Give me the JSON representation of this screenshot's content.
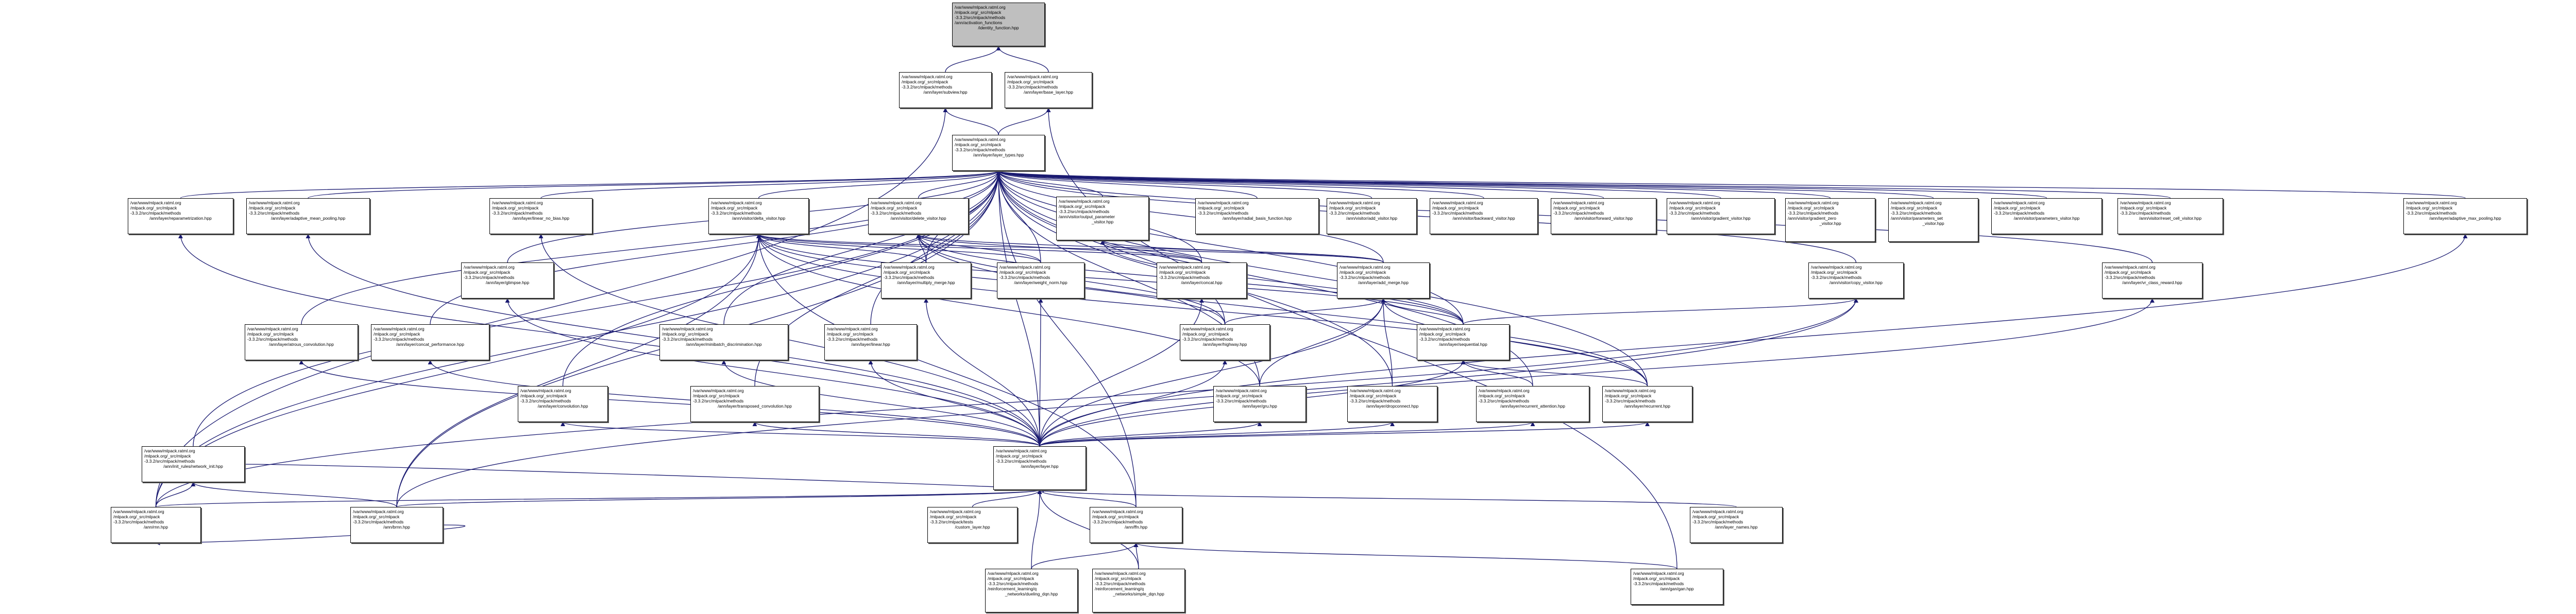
{
  "title": "Include dependency graph (included-by) for identity_function.hpp",
  "prefix_lines": [
    "/var/www/mlpack.ratml.org",
    "/mlpack.org/_src/mlpack",
    "-3.3.2/src/mlpack/methods"
  ],
  "edge_color": "#191970",
  "root_fill": "#bfbfbf",
  "nodes": [
    {
      "id": "identity_function",
      "lines": [
        "/var/www/mlpack.ratml.org",
        "/mlpack.org/_src/mlpack",
        "-3.3.2/src/mlpack/methods",
        "/ann/activation_functions",
        "/identity_function.hpp"
      ],
      "root": true
    },
    {
      "id": "subview",
      "lines": [
        "/var/www/mlpack.ratml.org",
        "/mlpack.org/_src/mlpack",
        "-3.3.2/src/mlpack/methods",
        "/ann/layer/subview.hpp"
      ]
    },
    {
      "id": "base_layer",
      "lines": [
        "/var/www/mlpack.ratml.org",
        "/mlpack.org/_src/mlpack",
        "-3.3.2/src/mlpack/methods",
        "/ann/layer/base_layer.hpp"
      ]
    },
    {
      "id": "layer_types",
      "lines": [
        "/var/www/mlpack.ratml.org",
        "/mlpack.org/_src/mlpack",
        "-3.3.2/src/mlpack/methods",
        "/ann/layer/layer_types.hpp"
      ]
    },
    {
      "id": "reparametrization",
      "lines": [
        "/var/www/mlpack.ratml.org",
        "/mlpack.org/_src/mlpack",
        "-3.3.2/src/mlpack/methods",
        "/ann/layer/reparametrization.hpp"
      ]
    },
    {
      "id": "adaptive_mean_pooling",
      "lines": [
        "/var/www/mlpack.ratml.org",
        "/mlpack.org/_src/mlpack",
        "-3.3.2/src/mlpack/methods",
        "/ann/layer/adaptive_mean_pooling.hpp"
      ]
    },
    {
      "id": "linear_no_bias",
      "lines": [
        "/var/www/mlpack.ratml.org",
        "/mlpack.org/_src/mlpack",
        "-3.3.2/src/mlpack/methods",
        "/ann/layer/linear_no_bias.hpp"
      ]
    },
    {
      "id": "delta_visitor",
      "lines": [
        "/var/www/mlpack.ratml.org",
        "/mlpack.org/_src/mlpack",
        "-3.3.2/src/mlpack/methods",
        "/ann/visitor/delta_visitor.hpp"
      ]
    },
    {
      "id": "delete_visitor",
      "lines": [
        "/var/www/mlpack.ratml.org",
        "/mlpack.org/_src/mlpack",
        "-3.3.2/src/mlpack/methods",
        "/ann/visitor/delete_visitor.hpp"
      ]
    },
    {
      "id": "output_parameter_visitor",
      "lines": [
        "/var/www/mlpack.ratml.org",
        "/mlpack.org/_src/mlpack",
        "-3.3.2/src/mlpack/methods",
        "/ann/visitor/output_parameter",
        "_visitor.hpp"
      ]
    },
    {
      "id": "radial_basis_function",
      "lines": [
        "/var/www/mlpack.ratml.org",
        "/mlpack.org/_src/mlpack",
        "-3.3.2/src/mlpack/methods",
        "/ann/layer/radial_basis_function.hpp"
      ]
    },
    {
      "id": "add_visitor",
      "lines": [
        "/var/www/mlpack.ratml.org",
        "/mlpack.org/_src/mlpack",
        "-3.3.2/src/mlpack/methods",
        "/ann/visitor/add_visitor.hpp"
      ]
    },
    {
      "id": "backward_visitor",
      "lines": [
        "/var/www/mlpack.ratml.org",
        "/mlpack.org/_src/mlpack",
        "-3.3.2/src/mlpack/methods",
        "/ann/visitor/backward_visitor.hpp"
      ]
    },
    {
      "id": "forward_visitor",
      "lines": [
        "/var/www/mlpack.ratml.org",
        "/mlpack.org/_src/mlpack",
        "-3.3.2/src/mlpack/methods",
        "/ann/visitor/forward_visitor.hpp"
      ]
    },
    {
      "id": "gradient_visitor",
      "lines": [
        "/var/www/mlpack.ratml.org",
        "/mlpack.org/_src/mlpack",
        "-3.3.2/src/mlpack/methods",
        "/ann/visitor/gradient_visitor.hpp"
      ]
    },
    {
      "id": "gradient_zero_visitor",
      "lines": [
        "/var/www/mlpack.ratml.org",
        "/mlpack.org/_src/mlpack",
        "-3.3.2/src/mlpack/methods",
        "/ann/visitor/gradient_zero",
        "_visitor.hpp"
      ]
    },
    {
      "id": "parameters_set_visitor",
      "lines": [
        "/var/www/mlpack.ratml.org",
        "/mlpack.org/_src/mlpack",
        "-3.3.2/src/mlpack/methods",
        "/ann/visitor/parameters_set",
        "_visitor.hpp"
      ]
    },
    {
      "id": "parameters_visitor",
      "lines": [
        "/var/www/mlpack.ratml.org",
        "/mlpack.org/_src/mlpack",
        "-3.3.2/src/mlpack/methods",
        "/ann/visitor/parameters_visitor.hpp"
      ]
    },
    {
      "id": "reset_cell_visitor",
      "lines": [
        "/var/www/mlpack.ratml.org",
        "/mlpack.org/_src/mlpack",
        "-3.3.2/src/mlpack/methods",
        "/ann/visitor/reset_cell_visitor.hpp"
      ]
    },
    {
      "id": "adaptive_max_pooling",
      "lines": [
        "/var/www/mlpack.ratml.org",
        "/mlpack.org/_src/mlpack",
        "-3.3.2/src/mlpack/methods",
        "/ann/layer/adaptive_max_pooling.hpp"
      ]
    },
    {
      "id": "glimpse",
      "lines": [
        "/var/www/mlpack.ratml.org",
        "/mlpack.org/_src/mlpack",
        "-3.3.2/src/mlpack/methods",
        "/ann/layer/glimpse.hpp"
      ]
    },
    {
      "id": "multiply_merge",
      "lines": [
        "/var/www/mlpack.ratml.org",
        "/mlpack.org/_src/mlpack",
        "-3.3.2/src/mlpack/methods",
        "/ann/layer/multiply_merge.hpp"
      ]
    },
    {
      "id": "weight_norm",
      "lines": [
        "/var/www/mlpack.ratml.org",
        "/mlpack.org/_src/mlpack",
        "-3.3.2/src/mlpack/methods",
        "/ann/layer/weight_norm.hpp"
      ]
    },
    {
      "id": "concat",
      "lines": [
        "/var/www/mlpack.ratml.org",
        "/mlpack.org/_src/mlpack",
        "-3.3.2/src/mlpack/methods",
        "/ann/layer/concat.hpp"
      ]
    },
    {
      "id": "add_merge",
      "lines": [
        "/var/www/mlpack.ratml.org",
        "/mlpack.org/_src/mlpack",
        "-3.3.2/src/mlpack/methods",
        "/ann/layer/add_merge.hpp"
      ]
    },
    {
      "id": "copy_visitor",
      "lines": [
        "/var/www/mlpack.ratml.org",
        "/mlpack.org/_src/mlpack",
        "-3.3.2/src/mlpack/methods",
        "/ann/visitor/copy_visitor.hpp"
      ]
    },
    {
      "id": "vr_class_reward",
      "lines": [
        "/var/www/mlpack.ratml.org",
        "/mlpack.org/_src/mlpack",
        "-3.3.2/src/mlpack/methods",
        "/ann/layer/vr_class_reward.hpp"
      ]
    },
    {
      "id": "atrous_convolution",
      "lines": [
        "/var/www/mlpack.ratml.org",
        "/mlpack.org/_src/mlpack",
        "-3.3.2/src/mlpack/methods",
        "/ann/layer/atrous_convolution.hpp"
      ]
    },
    {
      "id": "concat_performance",
      "lines": [
        "/var/www/mlpack.ratml.org",
        "/mlpack.org/_src/mlpack",
        "-3.3.2/src/mlpack/methods",
        "/ann/layer/concat_performance.hpp"
      ]
    },
    {
      "id": "minibatch_discrimination",
      "lines": [
        "/var/www/mlpack.ratml.org",
        "/mlpack.org/_src/mlpack",
        "-3.3.2/src/mlpack/methods",
        "/ann/layer/minibatch_discrimination.hpp"
      ]
    },
    {
      "id": "linear",
      "lines": [
        "/var/www/mlpack.ratml.org",
        "/mlpack.org/_src/mlpack",
        "-3.3.2/src/mlpack/methods",
        "/ann/layer/linear.hpp"
      ]
    },
    {
      "id": "highway",
      "lines": [
        "/var/www/mlpack.ratml.org",
        "/mlpack.org/_src/mlpack",
        "-3.3.2/src/mlpack/methods",
        "/ann/layer/highway.hpp"
      ]
    },
    {
      "id": "sequential",
      "lines": [
        "/var/www/mlpack.ratml.org",
        "/mlpack.org/_src/mlpack",
        "-3.3.2/src/mlpack/methods",
        "/ann/layer/sequential.hpp"
      ]
    },
    {
      "id": "convolution",
      "lines": [
        "/var/www/mlpack.ratml.org",
        "/mlpack.org/_src/mlpack",
        "-3.3.2/src/mlpack/methods",
        "/ann/layer/convolution.hpp"
      ]
    },
    {
      "id": "transposed_convolution",
      "lines": [
        "/var/www/mlpack.ratml.org",
        "/mlpack.org/_src/mlpack",
        "-3.3.2/src/mlpack/methods",
        "/ann/layer/transposed_convolution.hpp"
      ]
    },
    {
      "id": "gru",
      "lines": [
        "/var/www/mlpack.ratml.org",
        "/mlpack.org/_src/mlpack",
        "-3.3.2/src/mlpack/methods",
        "/ann/layer/gru.hpp"
      ]
    },
    {
      "id": "dropconnect",
      "lines": [
        "/var/www/mlpack.ratml.org",
        "/mlpack.org/_src/mlpack",
        "-3.3.2/src/mlpack/methods",
        "/ann/layer/dropconnect.hpp"
      ]
    },
    {
      "id": "recurrent_attention",
      "lines": [
        "/var/www/mlpack.ratml.org",
        "/mlpack.org/_src/mlpack",
        "-3.3.2/src/mlpack/methods",
        "/ann/layer/recurrent_attention.hpp"
      ]
    },
    {
      "id": "recurrent",
      "lines": [
        "/var/www/mlpack.ratml.org",
        "/mlpack.org/_src/mlpack",
        "-3.3.2/src/mlpack/methods",
        "/ann/layer/recurrent.hpp"
      ]
    },
    {
      "id": "network_init",
      "lines": [
        "/var/www/mlpack.ratml.org",
        "/mlpack.org/_src/mlpack",
        "-3.3.2/src/mlpack/methods",
        "/ann/init_rules/network_init.hpp"
      ]
    },
    {
      "id": "layer",
      "lines": [
        "/var/www/mlpack.ratml.org",
        "/mlpack.org/_src/mlpack",
        "-3.3.2/src/mlpack/methods",
        "/ann/layer/layer.hpp"
      ]
    },
    {
      "id": "rnn",
      "lines": [
        "/var/www/mlpack.ratml.org",
        "/mlpack.org/_src/mlpack",
        "-3.3.2/src/mlpack/methods",
        "/ann/rnn.hpp"
      ]
    },
    {
      "id": "brnn",
      "lines": [
        "/var/www/mlpack.ratml.org",
        "/mlpack.org/_src/mlpack",
        "-3.3.2/src/mlpack/methods",
        "/ann/brnn.hpp"
      ]
    },
    {
      "id": "custom_layer",
      "lines": [
        "/var/www/mlpack.ratml.org",
        "/mlpack.org/_src/mlpack",
        "-3.3.2/src/mlpack/tests",
        "/custom_layer.hpp"
      ]
    },
    {
      "id": "ffn",
      "lines": [
        "/var/www/mlpack.ratml.org",
        "/mlpack.org/_src/mlpack",
        "-3.3.2/src/mlpack/methods",
        "/ann/ffn.hpp"
      ]
    },
    {
      "id": "layer_names",
      "lines": [
        "/var/www/mlpack.ratml.org",
        "/mlpack.org/_src/mlpack",
        "-3.3.2/src/mlpack/methods",
        "/ann/layer_names.hpp"
      ]
    },
    {
      "id": "dueling_dqn",
      "lines": [
        "/var/www/mlpack.ratml.org",
        "/mlpack.org/_src/mlpack",
        "-3.3.2/src/mlpack/methods",
        "/reinforcement_learning/q",
        "_networks/dueling_dqn.hpp"
      ]
    },
    {
      "id": "simple_dqn",
      "lines": [
        "/var/www/mlpack.ratml.org",
        "/mlpack.org/_src/mlpack",
        "-3.3.2/src/mlpack/methods",
        "/reinforcement_learning/q",
        "_networks/simple_dqn.hpp"
      ]
    },
    {
      "id": "gan",
      "lines": [
        "/var/www/mlpack.ratml.org",
        "/mlpack.org/_src/mlpack",
        "-3.3.2/src/mlpack/methods",
        "/ann/gan/gan.hpp"
      ]
    }
  ],
  "edges": [
    [
      "subview",
      "identity_function"
    ],
    [
      "base_layer",
      "identity_function"
    ],
    [
      "layer_types",
      "subview"
    ],
    [
      "layer_types",
      "base_layer"
    ],
    [
      "rnn",
      "subview"
    ],
    [
      "gan",
      "base_layer"
    ],
    [
      "reparametrization",
      "layer_types"
    ],
    [
      "adaptive_mean_pooling",
      "layer_types"
    ],
    [
      "linear_no_bias",
      "layer_types"
    ],
    [
      "delta_visitor",
      "layer_types"
    ],
    [
      "delete_visitor",
      "layer_types"
    ],
    [
      "output_parameter_visitor",
      "layer_types"
    ],
    [
      "radial_basis_function",
      "layer_types"
    ],
    [
      "add_visitor",
      "layer_types"
    ],
    [
      "backward_visitor",
      "layer_types"
    ],
    [
      "forward_visitor",
      "layer_types"
    ],
    [
      "gradient_visitor",
      "layer_types"
    ],
    [
      "gradient_zero_visitor",
      "layer_types"
    ],
    [
      "parameters_set_visitor",
      "layer_types"
    ],
    [
      "parameters_visitor",
      "layer_types"
    ],
    [
      "reset_cell_visitor",
      "layer_types"
    ],
    [
      "adaptive_max_pooling",
      "layer_types"
    ],
    [
      "glimpse",
      "layer_types"
    ],
    [
      "multiply_merge",
      "layer_types"
    ],
    [
      "weight_norm",
      "layer_types"
    ],
    [
      "concat",
      "layer_types"
    ],
    [
      "add_merge",
      "layer_types"
    ],
    [
      "copy_visitor",
      "layer_types"
    ],
    [
      "vr_class_reward",
      "layer_types"
    ],
    [
      "atrous_convolution",
      "layer_types"
    ],
    [
      "concat_performance",
      "layer_types"
    ],
    [
      "minibatch_discrimination",
      "layer_types"
    ],
    [
      "linear",
      "layer_types"
    ],
    [
      "highway",
      "layer_types"
    ],
    [
      "sequential",
      "layer_types"
    ],
    [
      "convolution",
      "layer_types"
    ],
    [
      "transposed_convolution",
      "layer_types"
    ],
    [
      "gru",
      "layer_types"
    ],
    [
      "dropconnect",
      "layer_types"
    ],
    [
      "recurrent_attention",
      "layer_types"
    ],
    [
      "recurrent",
      "layer_types"
    ],
    [
      "layer",
      "layer_types"
    ],
    [
      "rnn",
      "layer_types"
    ],
    [
      "brnn",
      "layer_types"
    ],
    [
      "ffn",
      "layer_types"
    ],
    [
      "network_init",
      "layer_types"
    ],
    [
      "multiply_merge",
      "delta_visitor"
    ],
    [
      "weight_norm",
      "delta_visitor"
    ],
    [
      "concat",
      "delta_visitor"
    ],
    [
      "add_merge",
      "delta_visitor"
    ],
    [
      "highway",
      "delta_visitor"
    ],
    [
      "sequential",
      "delta_visitor"
    ],
    [
      "gru",
      "delta_visitor"
    ],
    [
      "recurrent",
      "delta_visitor"
    ],
    [
      "rnn",
      "delta_visitor"
    ],
    [
      "brnn",
      "delta_visitor"
    ],
    [
      "ffn",
      "delta_visitor"
    ],
    [
      "multiply_merge",
      "delete_visitor"
    ],
    [
      "weight_norm",
      "delete_visitor"
    ],
    [
      "concat",
      "delete_visitor"
    ],
    [
      "add_merge",
      "delete_visitor"
    ],
    [
      "highway",
      "delete_visitor"
    ],
    [
      "sequential",
      "delete_visitor"
    ],
    [
      "recurrent",
      "delete_visitor"
    ],
    [
      "add_merge",
      "output_parameter_visitor"
    ],
    [
      "concat",
      "output_parameter_visitor"
    ],
    [
      "sequential",
      "output_parameter_visitor"
    ],
    [
      "highway",
      "add_merge"
    ],
    [
      "sequential",
      "add_merge"
    ],
    [
      "gru",
      "add_merge"
    ],
    [
      "dropconnect",
      "add_merge"
    ],
    [
      "recurrent",
      "add_merge"
    ],
    [
      "recurrent_attention",
      "sequential"
    ],
    [
      "recurrent",
      "sequential"
    ],
    [
      "brnn",
      "copy_visitor"
    ],
    [
      "rnn",
      "copy_visitor"
    ],
    [
      "sequential",
      "copy_visitor"
    ],
    [
      "layer",
      "reparametrization"
    ],
    [
      "layer",
      "adaptive_mean_pooling"
    ],
    [
      "layer",
      "linear_no_bias"
    ],
    [
      "layer",
      "glimpse"
    ],
    [
      "layer",
      "multiply_merge"
    ],
    [
      "layer",
      "weight_norm"
    ],
    [
      "layer",
      "concat"
    ],
    [
      "layer",
      "add_merge"
    ],
    [
      "layer",
      "vr_class_reward"
    ],
    [
      "layer",
      "atrous_convolution"
    ],
    [
      "layer",
      "concat_performance"
    ],
    [
      "layer",
      "minibatch_discrimination"
    ],
    [
      "layer",
      "linear"
    ],
    [
      "layer",
      "highway"
    ],
    [
      "layer",
      "sequential"
    ],
    [
      "layer",
      "convolution"
    ],
    [
      "layer",
      "transposed_convolution"
    ],
    [
      "layer",
      "gru"
    ],
    [
      "layer",
      "dropconnect"
    ],
    [
      "layer",
      "recurrent_attention"
    ],
    [
      "layer",
      "recurrent"
    ],
    [
      "layer",
      "adaptive_max_pooling"
    ],
    [
      "network_init",
      "layer"
    ],
    [
      "rnn",
      "layer"
    ],
    [
      "brnn",
      "layer"
    ],
    [
      "custom_layer",
      "layer"
    ],
    [
      "ffn",
      "layer"
    ],
    [
      "layer_names",
      "layer"
    ],
    [
      "rnn",
      "network_init"
    ],
    [
      "brnn",
      "network_init"
    ],
    [
      "brnn",
      "rnn"
    ],
    [
      "dueling_dqn",
      "ffn"
    ],
    [
      "simple_dqn",
      "ffn"
    ],
    [
      "gan",
      "ffn"
    ],
    [
      "dueling_dqn",
      "layer"
    ],
    [
      "simple_dqn",
      "layer"
    ]
  ]
}
